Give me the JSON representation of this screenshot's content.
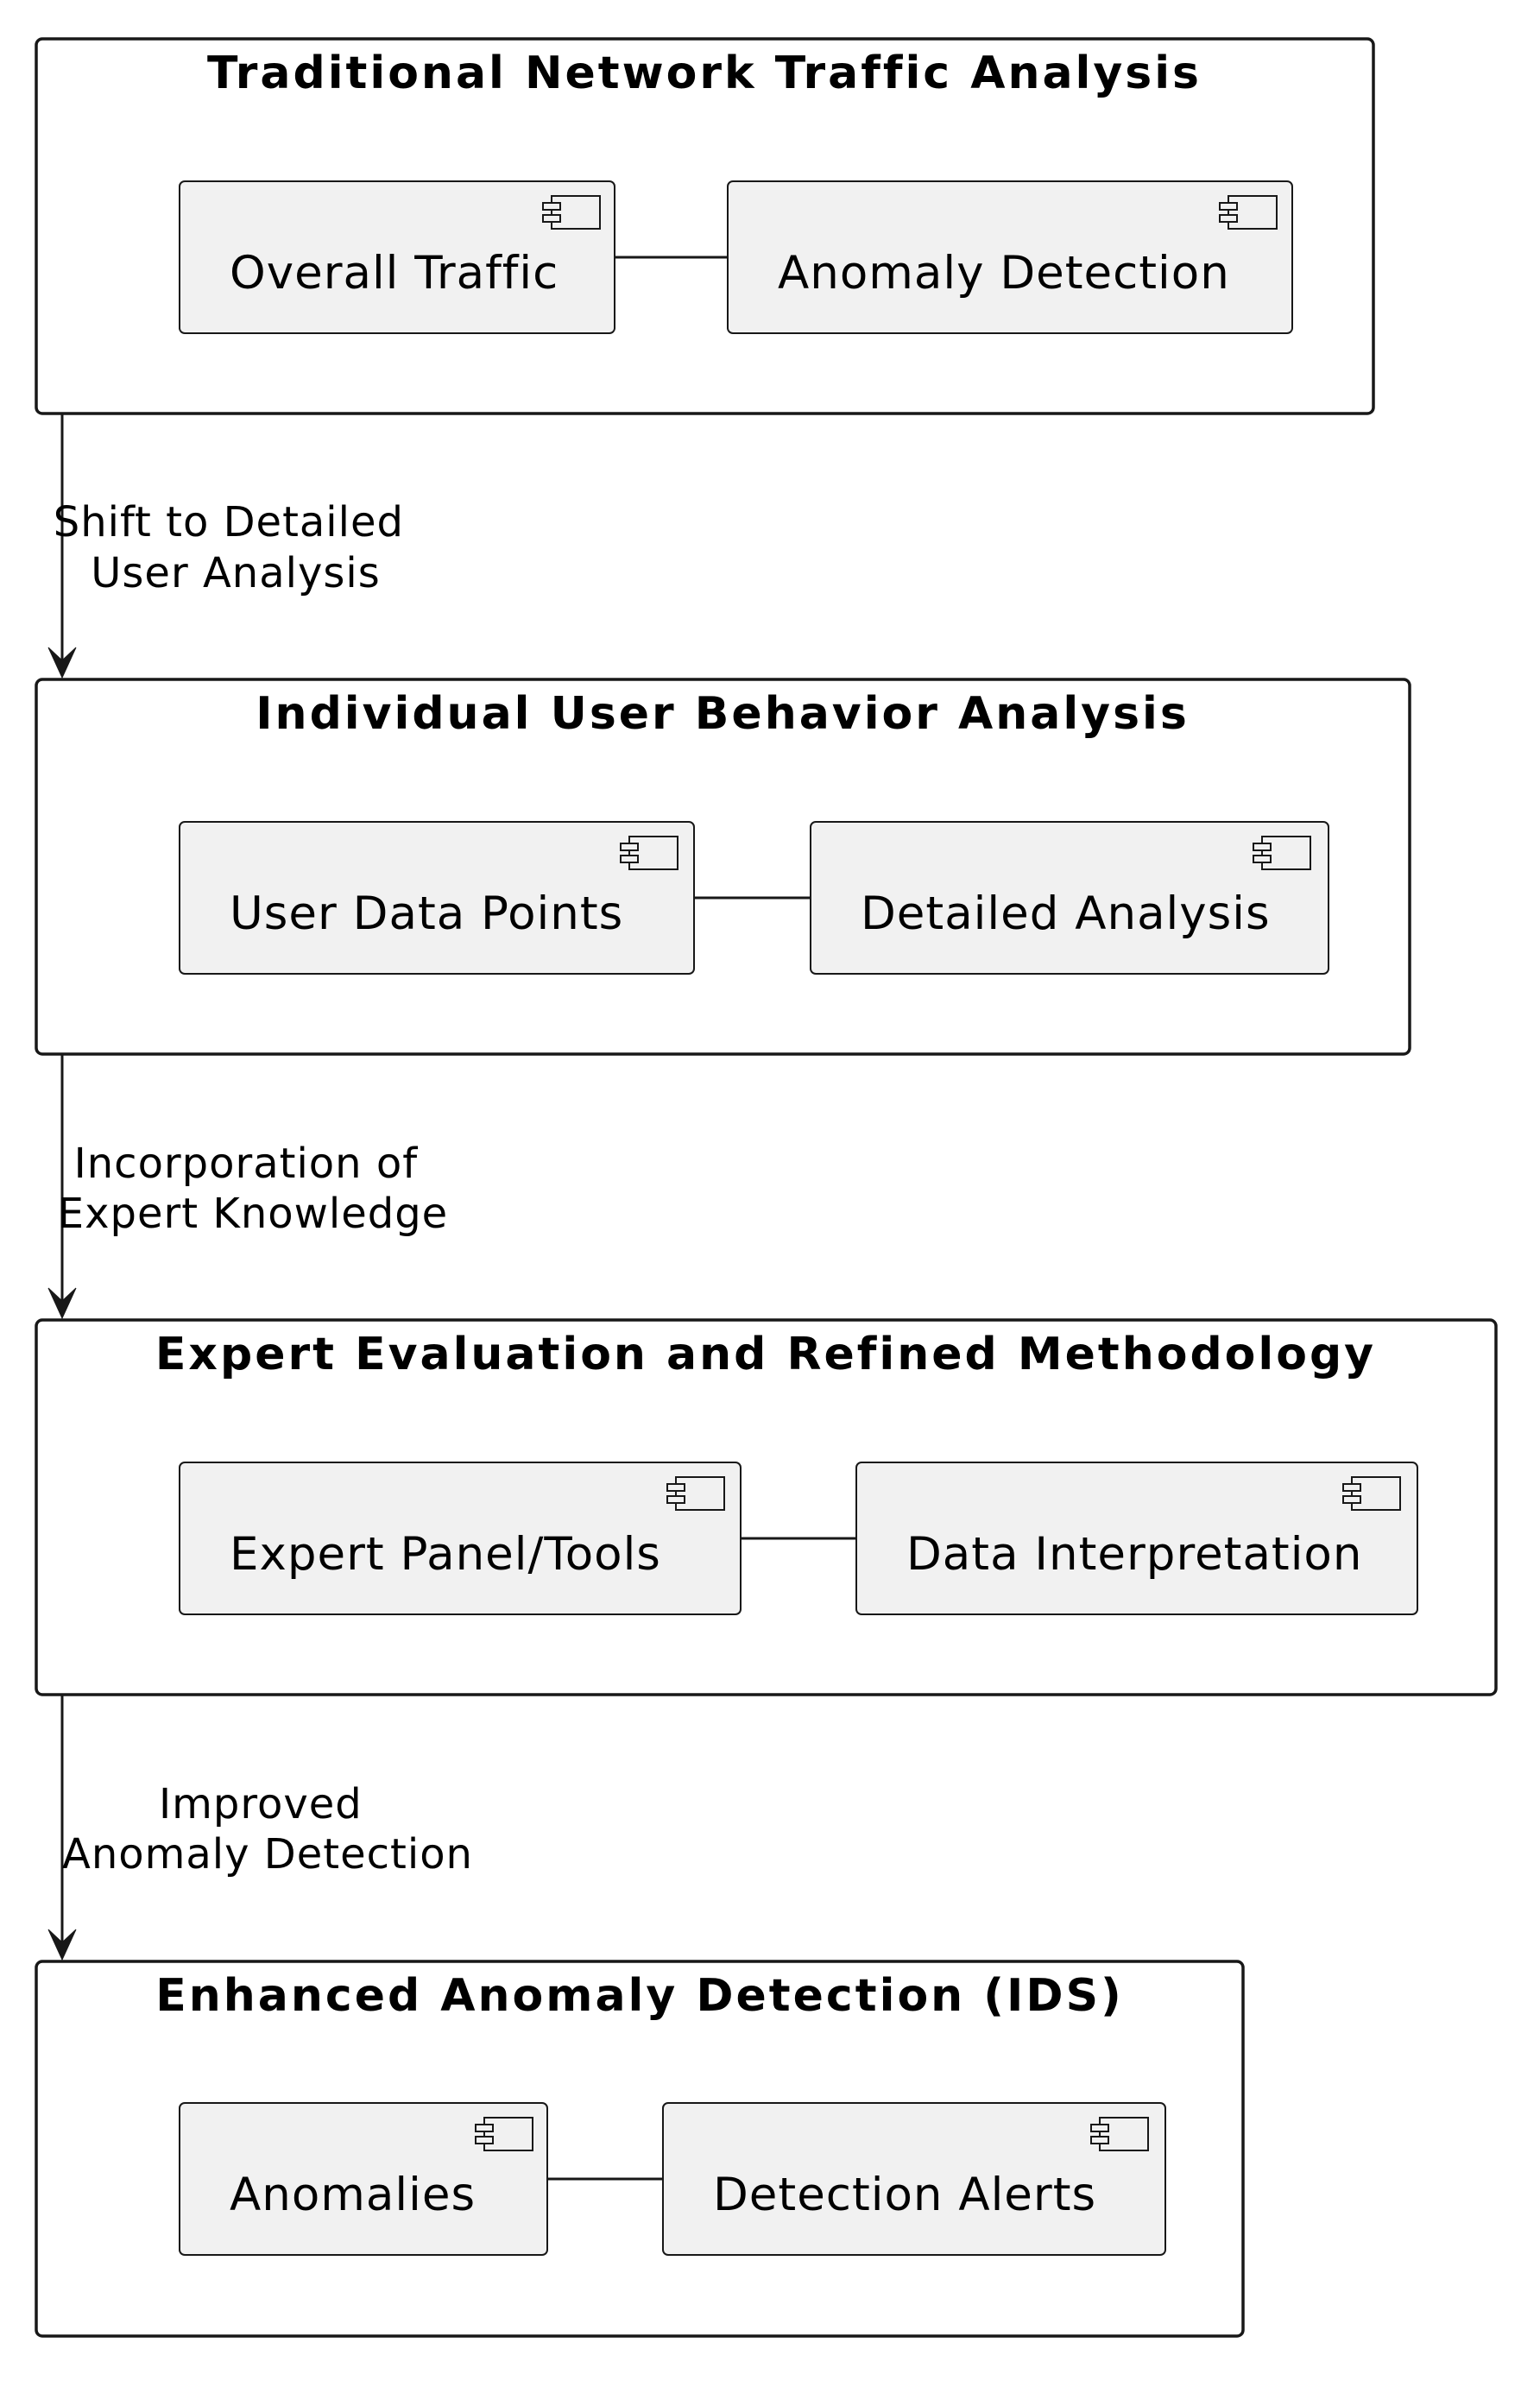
{
  "packages": [
    {
      "title": "Traditional Network Traffic Analysis",
      "components": [
        "Overall Traffic",
        "Anomaly Detection"
      ]
    },
    {
      "title": "Individual User Behavior Analysis",
      "components": [
        "User Data Points",
        "Detailed Analysis"
      ]
    },
    {
      "title": "Expert Evaluation and Refined Methodology",
      "components": [
        "Expert Panel/Tools",
        "Data Interpretation"
      ]
    },
    {
      "title": "Enhanced Anomaly Detection (IDS)",
      "components": [
        "Anomalies",
        "Detection Alerts"
      ]
    }
  ],
  "transitions": [
    {
      "lines": [
        "Shift to Detailed",
        "User Analysis"
      ]
    },
    {
      "lines": [
        "Incorporation of",
        "Expert Knowledge"
      ]
    },
    {
      "lines": [
        "Improved",
        "Anomaly Detection"
      ]
    }
  ],
  "icons": {
    "component": "component-icon",
    "arrow": "arrow-down-icon"
  },
  "colors": {
    "component_fill": "#f1f1f1",
    "stroke": "#181818",
    "package_fill": "#ffffff"
  }
}
